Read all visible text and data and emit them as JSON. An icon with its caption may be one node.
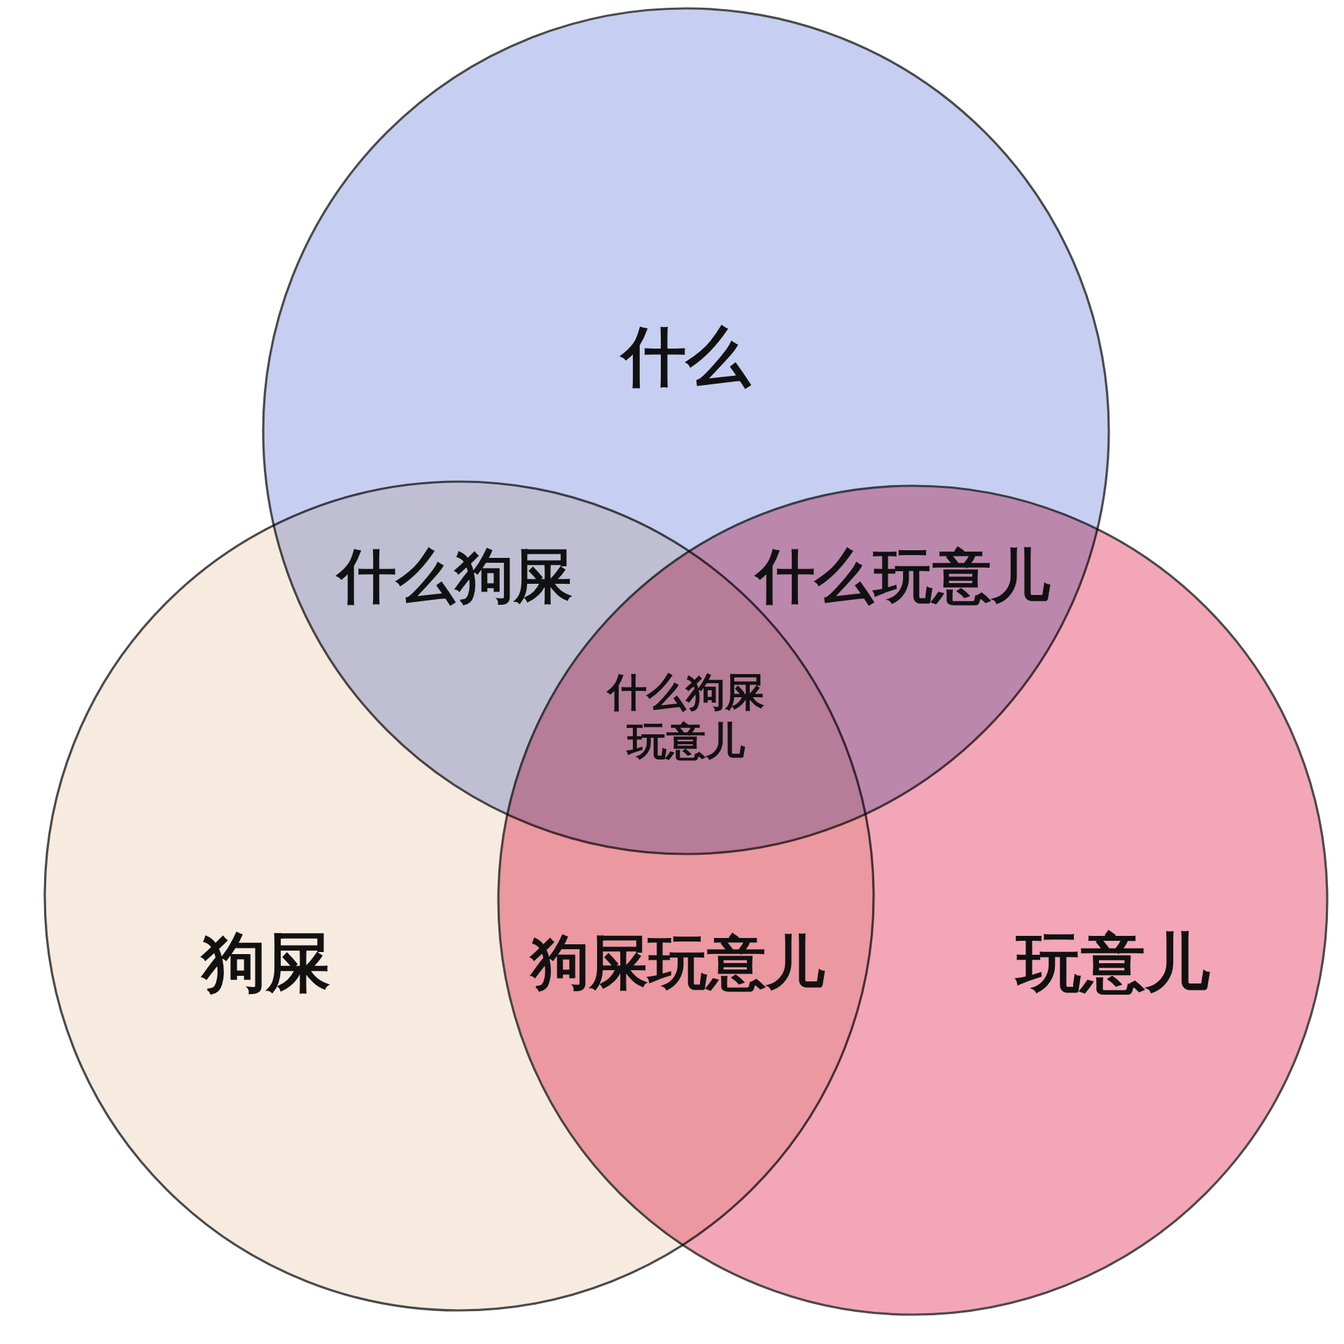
{
  "diagram": {
    "nodes": [
      {
        "text": [
          "什么"
        ]
      },
      {
        "text": [
          "狗屎"
        ]
      },
      {
        "text": [
          "玩意儿"
        ]
      }
    ],
    "labels": [
      "什么狗屎",
      "什么玩意儿",
      "什么狗屎玩意儿",
      "狗屎玩意儿"
    ]
  }
}
